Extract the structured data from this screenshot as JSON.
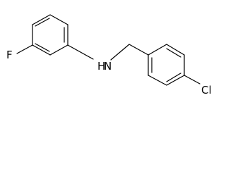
{
  "molecule": {
    "atoms": {
      "fluorine": "F",
      "amine": "H\nN",
      "chlorine": "Cl"
    },
    "colors": {
      "bond": "#000000",
      "label": "#000000",
      "background": "#ffffff"
    }
  }
}
